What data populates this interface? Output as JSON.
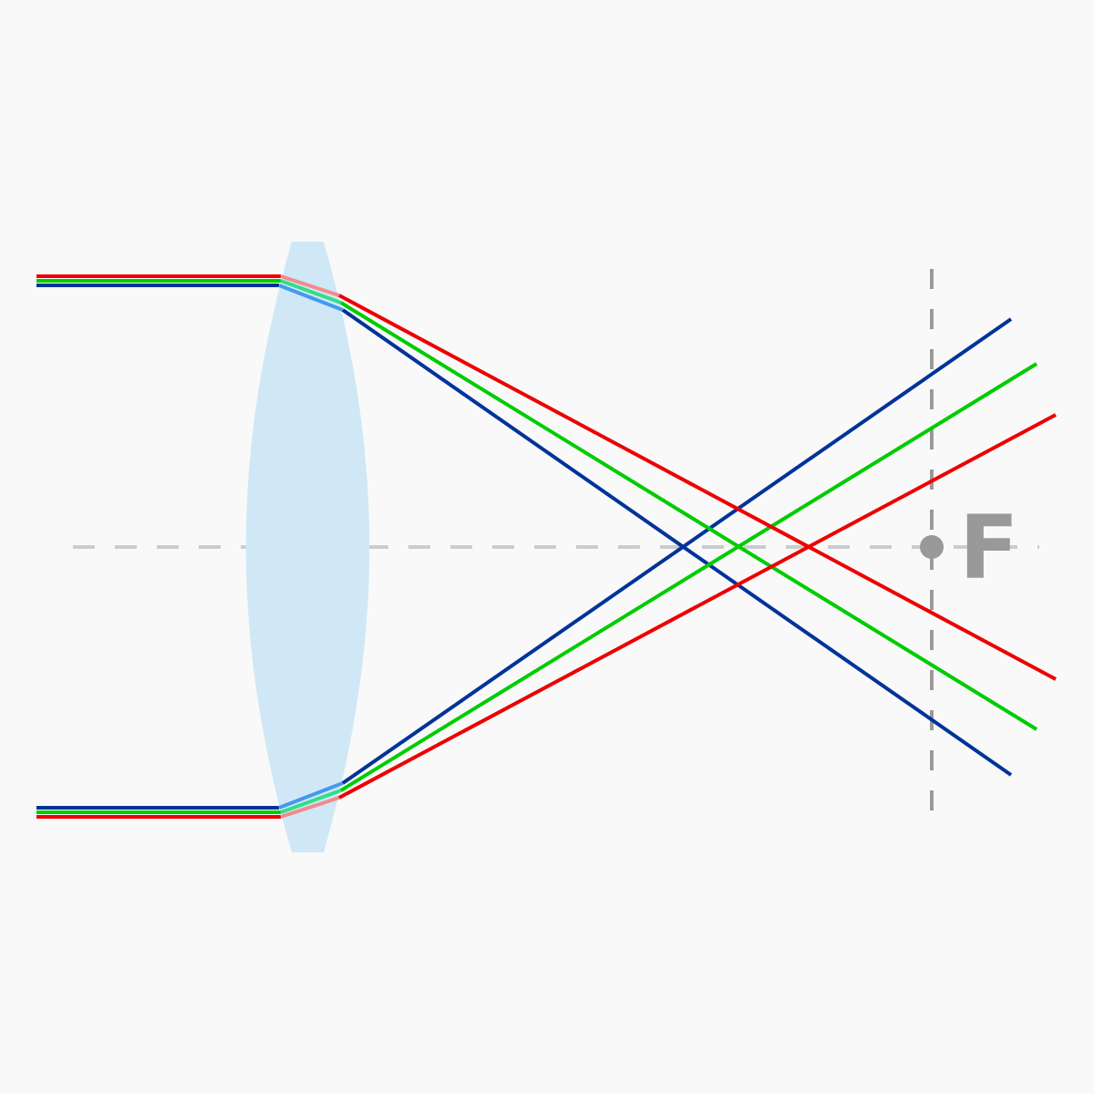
{
  "focal_point": {
    "label": "F"
  },
  "colors": {
    "background": "#f9f9f9",
    "lens": "#d0e8f6",
    "optical_axis": "#cccccc",
    "focal_plane": "#999999",
    "focal_label": "#999999",
    "red_ray": "#ee0000",
    "green_ray": "#00cc00",
    "blue_ray": "#003399",
    "red_ray_inside_lens": "#f08c8c",
    "green_ray_inside_lens": "#33dd88",
    "blue_ray_inside_lens": "#4499ee"
  },
  "rays": [
    {
      "name": "red",
      "color_key": "red_ray",
      "inner_color_key": "red_ray_inside_lens"
    },
    {
      "name": "green",
      "color_key": "green_ray",
      "inner_color_key": "green_ray_inside_lens"
    },
    {
      "name": "blue",
      "color_key": "blue_ray",
      "inner_color_key": "blue_ray_inside_lens"
    }
  ]
}
